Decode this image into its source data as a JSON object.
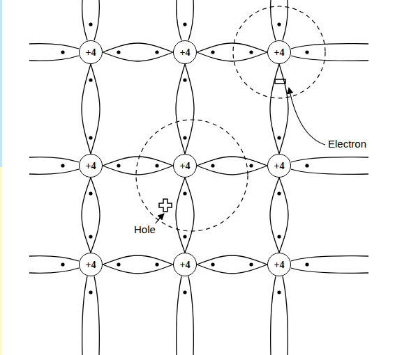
{
  "diagram": {
    "nodes": [
      {
        "text": [
          "+4"
        ]
      },
      {
        "text": [
          "+4"
        ]
      },
      {
        "text": [
          "+4"
        ]
      },
      {
        "text": [
          "+4"
        ]
      },
      {
        "text": [
          "+4"
        ]
      },
      {
        "text": [
          "+4"
        ]
      },
      {
        "text": [
          "+4"
        ]
      },
      {
        "text": [
          "+4"
        ]
      },
      {
        "text": [
          "+4"
        ]
      }
    ],
    "edges": [
      {
        "from": 0,
        "to": 1,
        "arrow": "none"
      },
      {
        "from": 1,
        "to": 2,
        "arrow": "none"
      },
      {
        "from": 3,
        "to": 4,
        "arrow": "none"
      },
      {
        "from": 4,
        "to": 5,
        "arrow": "none"
      },
      {
        "from": 6,
        "to": 7,
        "arrow": "none"
      },
      {
        "from": 7,
        "to": 8,
        "arrow": "none"
      },
      {
        "from": 0,
        "to": 3,
        "arrow": "none"
      },
      {
        "from": 3,
        "to": 6,
        "arrow": "none"
      },
      {
        "from": 1,
        "to": 4,
        "arrow": "none"
      },
      {
        "from": 4,
        "to": 7,
        "arrow": "none"
      },
      {
        "from": 2,
        "to": 5,
        "arrow": "none"
      },
      {
        "from": 5,
        "to": 8,
        "arrow": "none"
      }
    ],
    "labels": [
      "Electron",
      "Hole"
    ]
  }
}
